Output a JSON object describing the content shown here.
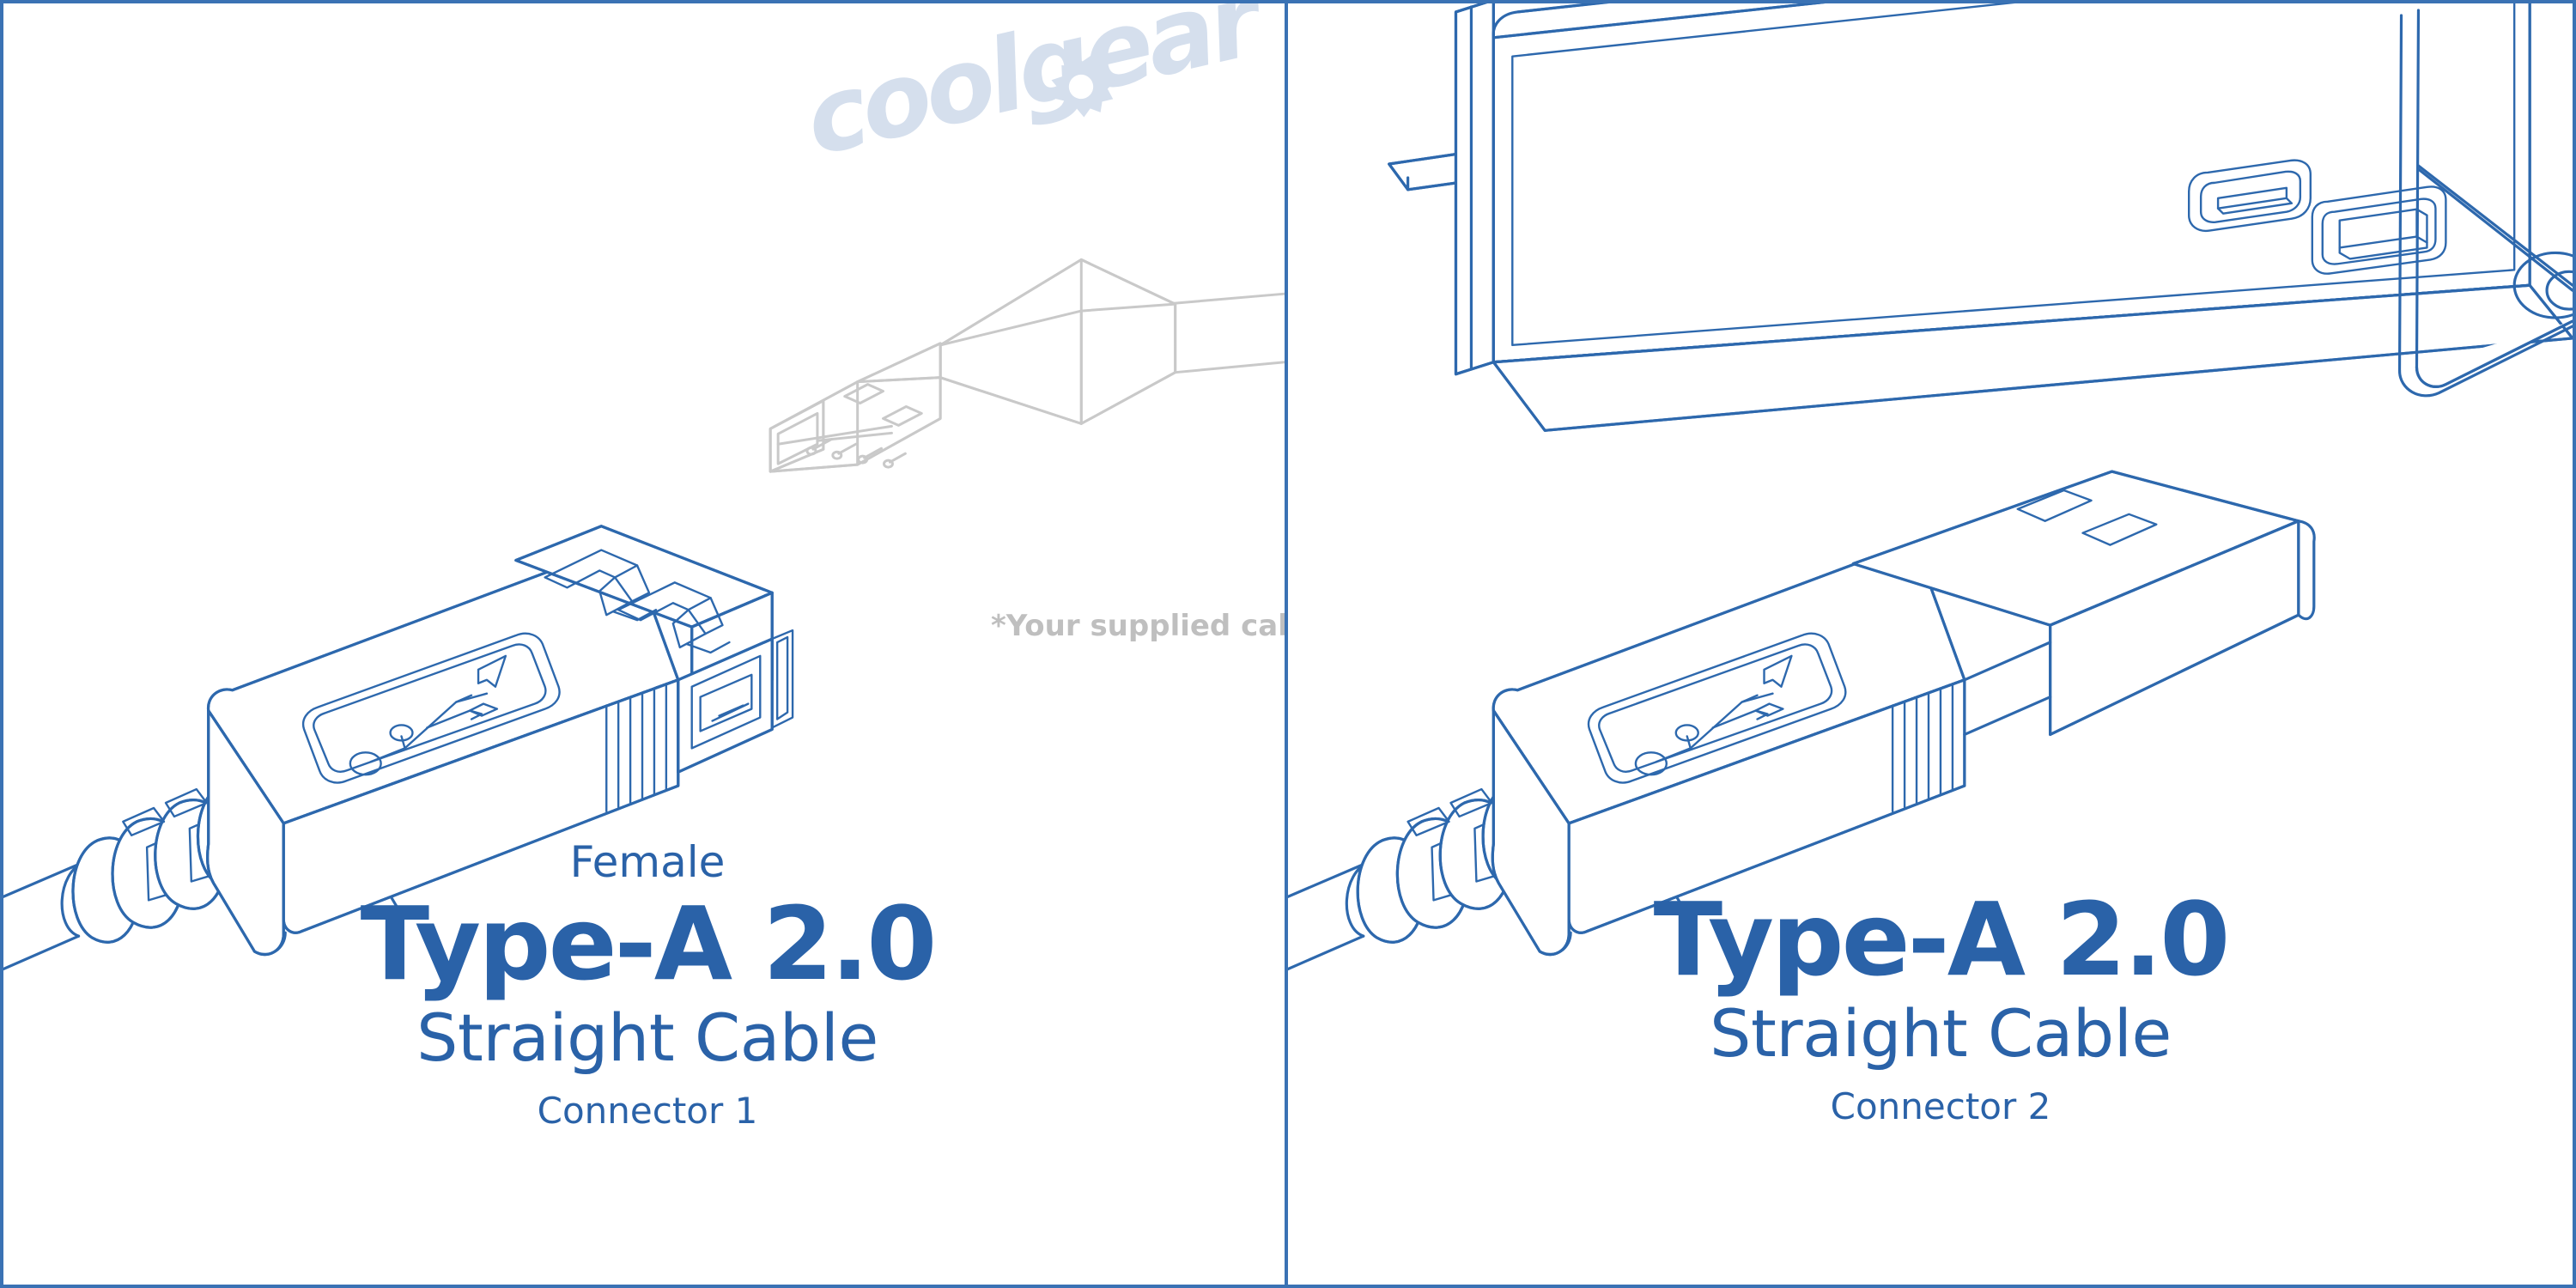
{
  "document": {
    "kind": "product-connector-diagram",
    "background_color": "#ffffff",
    "border_color": "#3a72b4",
    "accent_color": "#2a62a8",
    "line_color": "#2d68ad",
    "ghost_line_color": "#c9c9c9",
    "watermark_color": "#d5dfed",
    "note_color": "#bfbfbf"
  },
  "brand": {
    "watermark_text": "coolgear",
    "gear_icon": "gear-icon"
  },
  "panels": [
    {
      "id": "connector-1",
      "side": "left",
      "gender_label": "Female",
      "title": "Type-A 2.0",
      "subtitle": "Straight Cable",
      "index_label": "Connector 1",
      "note": "*Your supplied cable",
      "artwork": {
        "primary": "usb-type-a-female-connector-with-strain-relief",
        "secondary": "ghosted-usb-type-a-male-plug",
        "usb_logo": "usb-trident-icon"
      }
    },
    {
      "id": "connector-2",
      "side": "right",
      "gender_label": "",
      "title": "Type-A 2.0",
      "subtitle": "Straight Cable",
      "index_label": "Connector 2",
      "note": "",
      "artwork": {
        "primary": "usb-type-a-male-plug-with-strain-relief",
        "secondary": "usb-hub-enclosure-with-ports",
        "usb_logo": "usb-trident-icon",
        "hub_ports": [
          "usb-type-c-port",
          "usb-type-a-port"
        ]
      }
    }
  ]
}
